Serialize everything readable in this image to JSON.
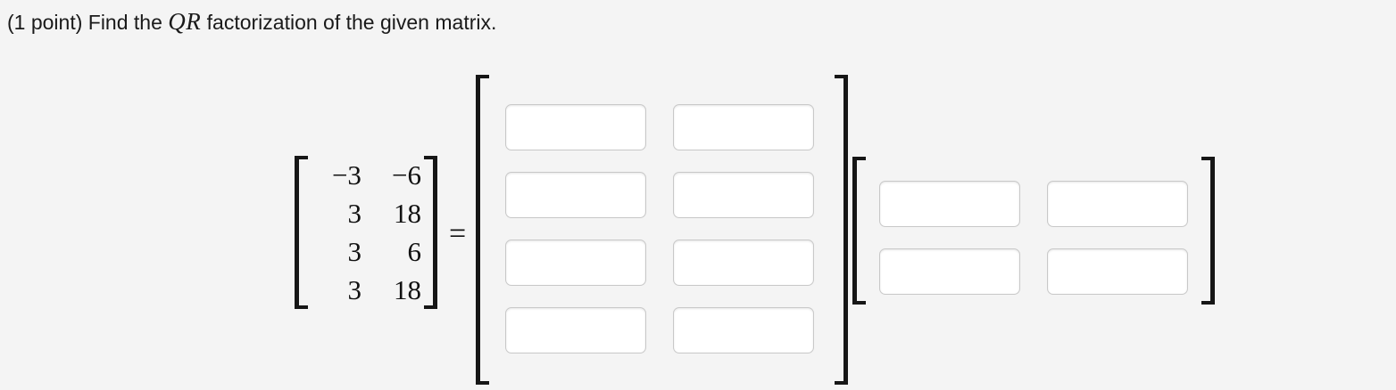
{
  "problem": {
    "prefix": "(1 point) Find the ",
    "math_symbol": "QR",
    "suffix": " factorization of the given matrix."
  },
  "equation": {
    "equals_sign": "=",
    "given_matrix": {
      "name": "given-matrix",
      "rows": 4,
      "cols": 2,
      "values": [
        [
          "−3",
          "−6"
        ],
        [
          "3",
          "18"
        ],
        [
          "3",
          "6"
        ],
        [
          "3",
          "18"
        ]
      ]
    },
    "q_matrix": {
      "name": "q-answer-matrix",
      "rows": 4,
      "cols": 2,
      "inputs": [
        [
          {
            "value": "",
            "placeholder": ""
          },
          {
            "value": "",
            "placeholder": ""
          }
        ],
        [
          {
            "value": "",
            "placeholder": ""
          },
          {
            "value": "",
            "placeholder": ""
          }
        ],
        [
          {
            "value": "",
            "placeholder": ""
          },
          {
            "value": "",
            "placeholder": ""
          }
        ],
        [
          {
            "value": "",
            "placeholder": ""
          },
          {
            "value": "",
            "placeholder": ""
          }
        ]
      ]
    },
    "r_matrix": {
      "name": "r-answer-matrix",
      "rows": 2,
      "cols": 2,
      "inputs": [
        [
          {
            "value": "",
            "placeholder": ""
          },
          {
            "value": "",
            "placeholder": ""
          }
        ],
        [
          {
            "value": "",
            "placeholder": ""
          },
          {
            "value": "",
            "placeholder": ""
          }
        ]
      ]
    }
  },
  "colors": {
    "page_background": "#f4f4f4",
    "text": "#111111",
    "bracket": "#161616",
    "input_border": "#c8c8c8",
    "input_background": "#ffffff"
  }
}
